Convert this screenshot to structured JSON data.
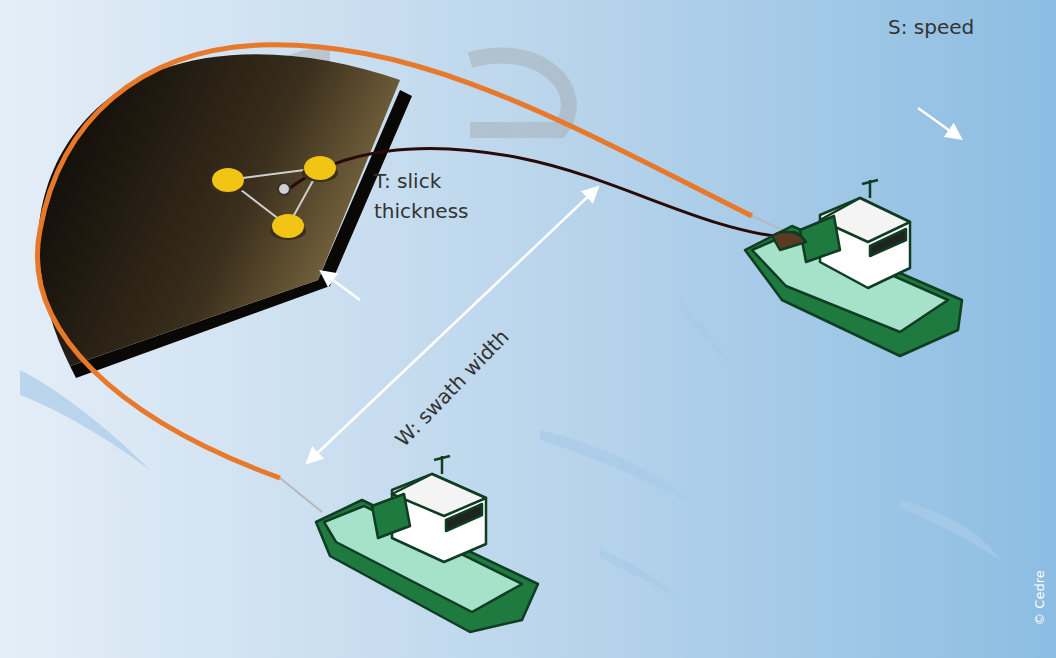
{
  "diagram": {
    "labels": [
      "S: speed",
      "T: slick thickness",
      "W: swath width",
      "© Cedre"
    ]
  }
}
